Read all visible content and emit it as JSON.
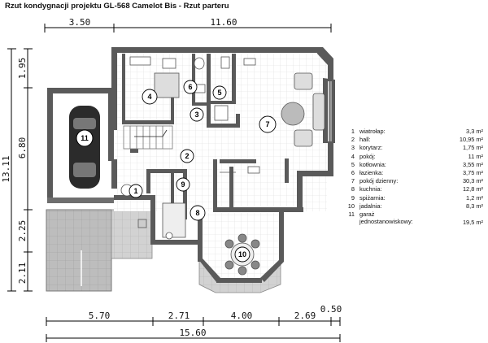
{
  "title": "Rzut kondygnacji projektu GL-568 Camelot Bis - Rzut parteru",
  "dimensions": {
    "top": [
      "3.50",
      "11.60"
    ],
    "left": [
      "1.95",
      "6.80",
      "2.25",
      "2.11"
    ],
    "left_total": "13.11",
    "bottom": [
      "5.70",
      "2.71",
      "4.00",
      "2.69",
      "0.50"
    ],
    "bottom_total": "15.60"
  },
  "room_labels": {
    "r1": "1",
    "r2": "2",
    "r3": "3",
    "r4": "4",
    "r5": "5",
    "r6": "6",
    "r7": "7",
    "r8": "8",
    "r9": "9",
    "r10": "10",
    "r11": "11"
  },
  "legend": [
    {
      "num": "1",
      "name": "wiatrołap:",
      "area": "3,3 m²"
    },
    {
      "num": "2",
      "name": "hall:",
      "area": "10,95 m²"
    },
    {
      "num": "3",
      "name": "korytarz:",
      "area": "1,75 m²"
    },
    {
      "num": "4",
      "name": "pokój:",
      "area": "11 m²"
    },
    {
      "num": "5",
      "name": "kotłownia:",
      "area": "3,55 m²"
    },
    {
      "num": "6",
      "name": "łazienka:",
      "area": "3,75 m²"
    },
    {
      "num": "7",
      "name": "pokój dzienny:",
      "area": "30,3 m²"
    },
    {
      "num": "8",
      "name": "kuchnia:",
      "area": "12,8 m²"
    },
    {
      "num": "9",
      "name": "spiżarnia:",
      "area": "1,2 m²"
    },
    {
      "num": "10",
      "name": "jadalnia:",
      "area": "8,3 m²"
    },
    {
      "num": "11",
      "name": "garaż jednostanowiskowy:",
      "area": "19,5 m²"
    }
  ],
  "colors": {
    "wall": "#5a5a5a",
    "floor": "#ffffff",
    "terrace": "#c8c8c8",
    "grid": "#d6d6d6"
  }
}
